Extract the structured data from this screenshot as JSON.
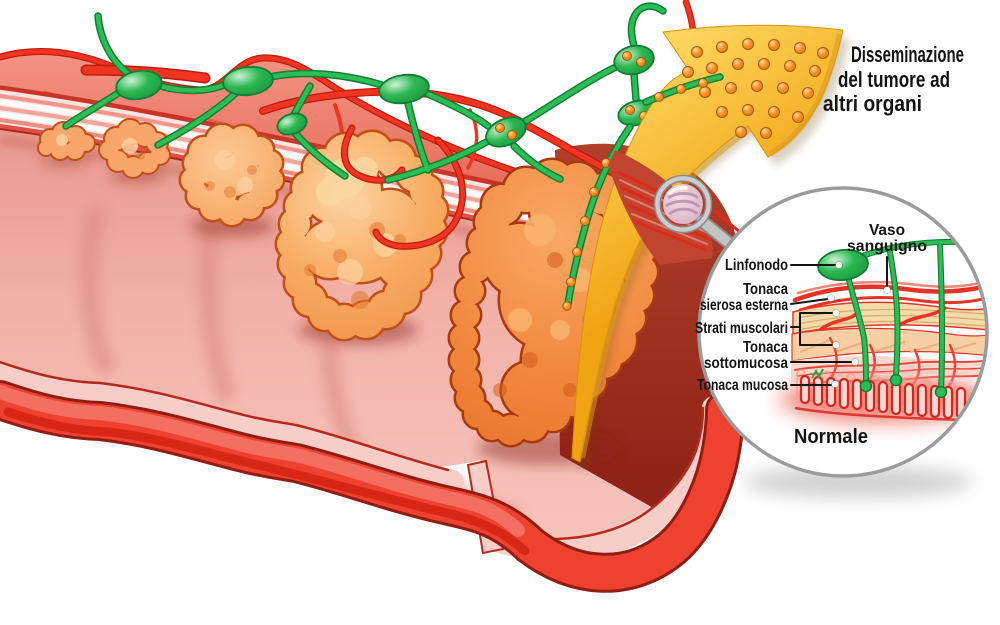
{
  "annotation": {
    "line1": "Disseminazione",
    "line2": "del tumore ad",
    "line3": "altri organi"
  },
  "inset": {
    "caption": "Normale",
    "labels": {
      "vaso_line1": "Vaso",
      "vaso_line2": "sanguigno",
      "linfonodo": "Linfonodo",
      "sierosa_line1": "Tonaca",
      "sierosa_line2": "sierosa esterna",
      "muscolari": "Strati muscolari",
      "sottomucosa_line1": "Tonaca",
      "sottomucosa_line2": "sottomucosa",
      "mucosa": "Tonaca mucosa"
    }
  },
  "colors": {
    "lymph_green": "#2cbd55",
    "vessel_red": "#ee3322",
    "tumor_orange": "#f59c55",
    "tumor_dark_orange": "#f0803a",
    "arrow_yellow": "#f9c237",
    "wall_pink": "#f2a49b",
    "rim_red": "#ef4130",
    "text_black": "#141414"
  }
}
